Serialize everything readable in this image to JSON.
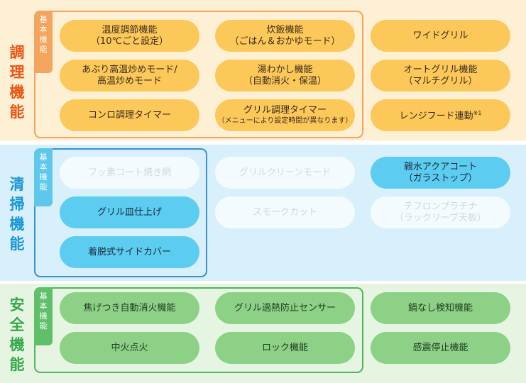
{
  "sections": {
    "cooking": {
      "title": [
        "調",
        "理",
        "機",
        "能"
      ],
      "basic_tag": [
        "基",
        "本",
        "機",
        "能"
      ],
      "items": [
        {
          "lines": [
            "温度調節機能",
            "（10℃ごと設定）"
          ]
        },
        {
          "lines": [
            "炊飯機能",
            "（ごはん＆おかゆモード）"
          ]
        },
        {
          "lines": [
            "ワイドグリル"
          ]
        },
        {
          "lines": [
            "あぶり高温炒めモード/",
            "高温炒めモード"
          ]
        },
        {
          "lines": [
            "湯わかし機能",
            "（自動消火・保温）"
          ]
        },
        {
          "lines": [
            "オートグリル機能",
            "（マルチグリル）"
          ]
        },
        {
          "lines": [
            "コンロ調理タイマー"
          ]
        },
        {
          "lines": [
            "グリル調理タイマー",
            "（メニューにより設定時間が異なります）"
          ]
        },
        {
          "lines": [
            "レンジフード連動"
          ],
          "note": "※1"
        }
      ]
    },
    "cleaning": {
      "title": [
        "清",
        "掃",
        "機",
        "能"
      ],
      "basic_tag": [
        "基",
        "本",
        "機",
        "能"
      ],
      "items": [
        {
          "lines": [
            "フッ素コート焼き網"
          ]
        },
        {
          "lines": [
            "グリルクリーンモード"
          ]
        },
        {
          "lines": [
            "親水アクアコート",
            "（ガラストップ）"
          ]
        },
        {
          "lines": [
            "グリル皿仕上げ"
          ]
        },
        {
          "lines": [
            "スモークカット"
          ]
        },
        {
          "lines": [
            "テフロンプラチナ",
            "（ラックリーブ天板）"
          ]
        },
        {
          "lines": [
            "着脱式サイドカバー"
          ]
        }
      ]
    },
    "safety": {
      "title": [
        "安",
        "全",
        "機",
        "能"
      ],
      "basic_tag": [
        "基",
        "本",
        "機",
        "能"
      ],
      "items": [
        {
          "lines": [
            "焦げつき自動消火機能"
          ]
        },
        {
          "lines": [
            "グリル過熱防止センサー"
          ]
        },
        {
          "lines": [
            "鍋なし検知機能"
          ]
        },
        {
          "lines": [
            "中火点火"
          ]
        },
        {
          "lines": [
            "ロック機能"
          ]
        },
        {
          "lines": [
            "感震停止機能"
          ]
        }
      ]
    }
  },
  "colors": {
    "cooking_accent": "#ea5514",
    "cleaning_accent": "#1b97d6",
    "safety_accent": "#34a84b",
    "orange_pill": "#fdc85a",
    "blue_pill": "#5ccdf0",
    "green_pill": "#8dd187",
    "inactive_pill": "#f4fbfe"
  }
}
